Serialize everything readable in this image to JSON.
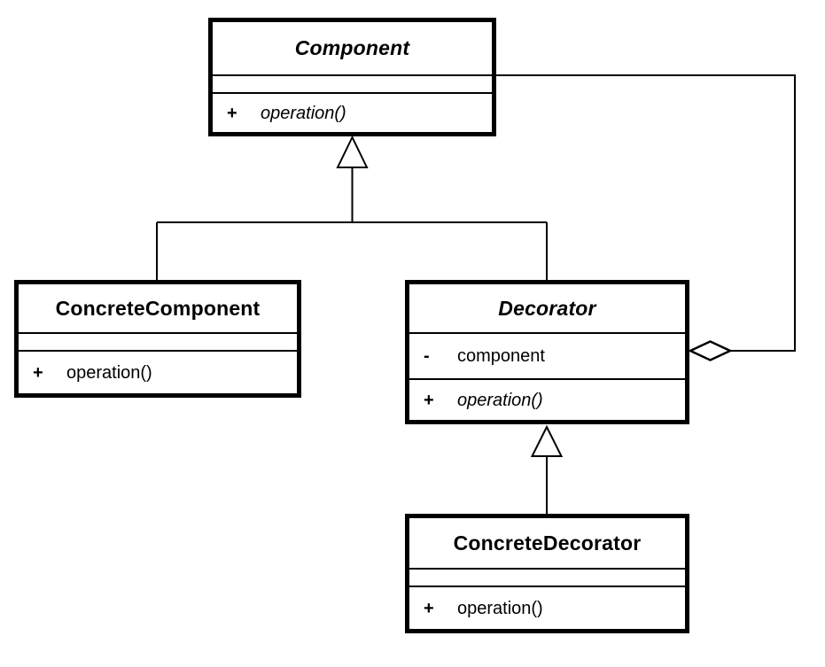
{
  "diagram": {
    "kind": "uml-class-diagram",
    "pattern": "Decorator"
  },
  "colors": {
    "stroke": "#000000",
    "box_fill": "#ffffff",
    "background": "#ffffff"
  },
  "classes": [
    {
      "name": "Component",
      "abstract": true,
      "attributes": [],
      "operations": [
        {
          "visibility": "+",
          "name": "operation()",
          "abstract": true
        }
      ]
    },
    {
      "name": "ConcreteComponent",
      "abstract": false,
      "attributes": [],
      "operations": [
        {
          "visibility": "+",
          "name": "operation()",
          "abstract": false
        }
      ]
    },
    {
      "name": "Decorator",
      "abstract": true,
      "attributes": [
        {
          "visibility": "-",
          "name": "component"
        }
      ],
      "operations": [
        {
          "visibility": "+",
          "name": "operation()",
          "abstract": true
        }
      ]
    },
    {
      "name": "ConcreteDecorator",
      "abstract": false,
      "attributes": [],
      "operations": [
        {
          "visibility": "+",
          "name": "operation()",
          "abstract": false
        }
      ]
    }
  ],
  "relationships": [
    {
      "type": "generalization",
      "from": "ConcreteComponent",
      "to": "Component"
    },
    {
      "type": "generalization",
      "from": "Decorator",
      "to": "Component"
    },
    {
      "type": "generalization",
      "from": "ConcreteDecorator",
      "to": "Decorator"
    },
    {
      "type": "aggregation",
      "owner": "Decorator",
      "part": "Component",
      "via_attribute": "component"
    }
  ]
}
